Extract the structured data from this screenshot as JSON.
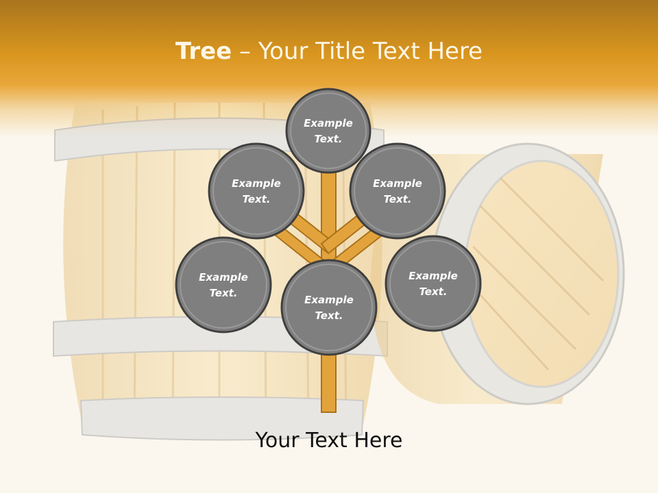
{
  "slide": {
    "title_bold": "Tree",
    "title_rest": " – Your Title Text Here",
    "caption": "Your Text Here"
  },
  "tree": {
    "nodes": [
      {
        "id": "top",
        "line1": "Example",
        "line2": "Text."
      },
      {
        "id": "upper-left",
        "line1": "Example",
        "line2": "Text."
      },
      {
        "id": "upper-right",
        "line1": "Example",
        "line2": "Text."
      },
      {
        "id": "lower-left",
        "line1": "Example",
        "line2": "Text."
      },
      {
        "id": "center",
        "line1": "Example",
        "line2": "Text."
      },
      {
        "id": "lower-right",
        "line1": "Example",
        "line2": "Text."
      }
    ]
  },
  "colors": {
    "header": "#d9961f",
    "trunk": "#e3a33c",
    "node_fill": "#7f7f7f",
    "node_stroke": "#3f3f3f",
    "background": "#fbf7ee"
  }
}
